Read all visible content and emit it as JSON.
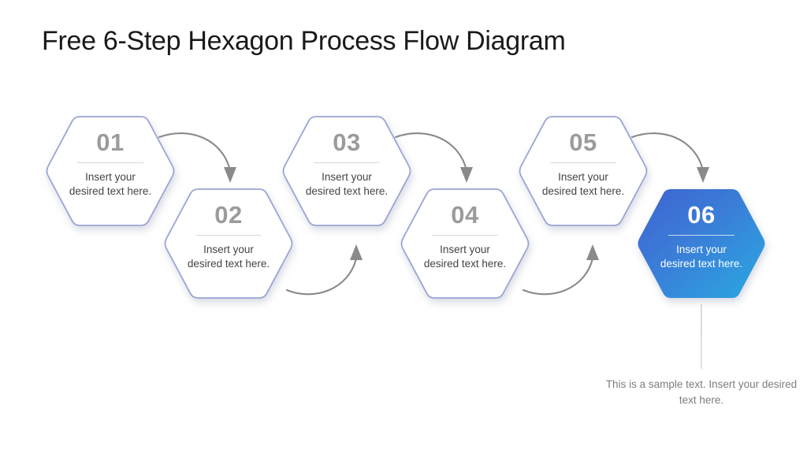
{
  "slide": {
    "title": "Free 6-Step Hexagon Process Flow Diagram",
    "background_color": "#ffffff"
  },
  "colors": {
    "hex_border": "#9aa5d4",
    "hex_fill": "#ffffff",
    "number_gray": "#9b9b9b",
    "body_text": "#444444",
    "caption_text": "#7d7d7d",
    "arrow_gray": "#8a8a8a",
    "active_gradient_start": "#3d63d0",
    "active_gradient_end": "#29a9e1",
    "divider_gray": "#d8d8d8"
  },
  "steps": [
    {
      "number": "01",
      "text": "Insert your desired text here.",
      "highlighted": false
    },
    {
      "number": "02",
      "text": "Insert your desired text here.",
      "highlighted": false
    },
    {
      "number": "03",
      "text": "Insert your desired text here.",
      "highlighted": false
    },
    {
      "number": "04",
      "text": "Insert your desired text here.",
      "highlighted": false
    },
    {
      "number": "05",
      "text": "Insert your desired text here.",
      "highlighted": false
    },
    {
      "number": "06",
      "text": "Insert your desired text here.",
      "highlighted": true
    }
  ],
  "callout": {
    "caption": "This is a sample text. Insert your desired text here."
  }
}
